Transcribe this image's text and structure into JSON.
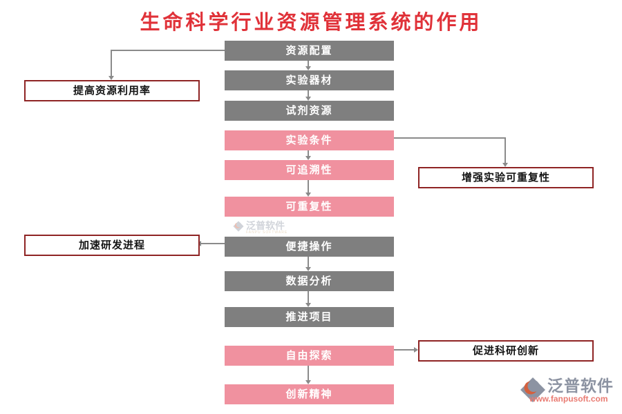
{
  "title": "生命科学行业资源管理系统的作用",
  "colors": {
    "title_red": "#e03239",
    "gray_box": "#7f7f7f",
    "pink_box": "#f0919f",
    "outline_border": "#8e2323",
    "connector_gray": "#8a8a8a",
    "logo_gray": "#8c93a2",
    "logo_url_red": "#e97b72"
  },
  "flow": {
    "nodes": [
      {
        "label": "资源配置",
        "type": "gray"
      },
      {
        "label": "实验器材",
        "type": "gray"
      },
      {
        "label": "试剂资源",
        "type": "gray"
      },
      {
        "label": "实验条件",
        "type": "pink"
      },
      {
        "label": "可追溯性",
        "type": "pink"
      },
      {
        "label": "可重复性",
        "type": "pink"
      },
      {
        "label": "便捷操作",
        "type": "gray"
      },
      {
        "label": "数据分析",
        "type": "gray"
      },
      {
        "label": "推进项目",
        "type": "gray"
      },
      {
        "label": "自由探索",
        "type": "pink"
      },
      {
        "label": "创新精神",
        "type": "pink"
      }
    ],
    "outcomes": [
      {
        "label": "提高资源利用率",
        "side": "left"
      },
      {
        "label": "增强实验可重复性",
        "side": "right"
      },
      {
        "label": "加速研发进程",
        "side": "left"
      },
      {
        "label": "促进科研创新",
        "side": "right"
      }
    ]
  },
  "watermark": {
    "text": "泛普软件",
    "subtext": "FANPU SOFTWARE"
  },
  "logo": {
    "text": "泛普软件",
    "url": "www.fanpusoft.com"
  }
}
